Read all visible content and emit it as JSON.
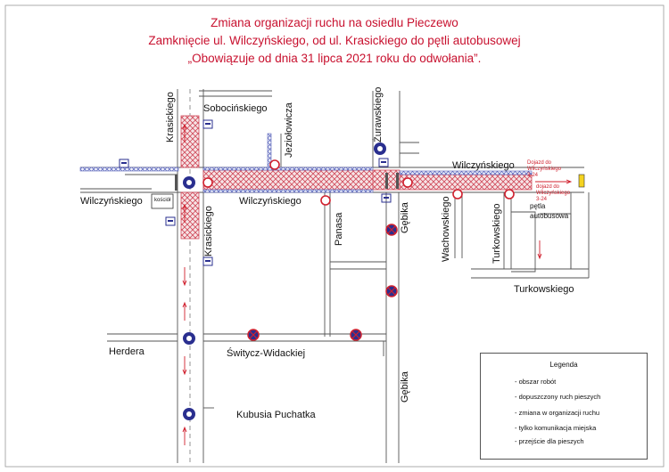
{
  "title": {
    "line1": "Zmiana organizacji ruchu na osiedlu Pieczewo",
    "line2": "Zamknięcie ul. Wilczyńskiego, od ul. Krasickiego do pętli autobusowej",
    "line3": "„Obowiązuje od dnia 31 lipca 2021 roku do odwołania”."
  },
  "streets": {
    "krasickiego_top": "Krasickiego",
    "krasickiego_mid": "Krasickiego",
    "sobocinskiego": "Sobocińskiego",
    "jeziolowicza": "Jeziołowicza",
    "zurawskiego": "Żurawskiego",
    "wilczynskiego_left": "Wilczyńskiego",
    "wilczynskiego_mid": "Wilczyńskiego",
    "wilczynskiego_right": "Wilczyńskiego",
    "panasa": "Panasa",
    "gebika_top": "Gębika",
    "gebika_bottom": "Gębika",
    "wachowskiego": "Wachowskiego",
    "turkowskiego_vert": "Turkowskiego",
    "turkowskiego_horiz": "Turkowskiego",
    "petla": "pętla\nautobusowa",
    "herdera": "Herdera",
    "switycz": "Świtycz-Widackiej",
    "kubusia": "Kubusia Puchatka",
    "kosciol": "kościół",
    "sign_note_1": "Dojazd do Wilczyńskiego 3-24",
    "sign_note_2": "dojazd do Wilczyńskiego 3-24"
  },
  "legend": {
    "title": "Legenda",
    "items": [
      {
        "symbol": "hatch-red",
        "label": "- obszar robót"
      },
      {
        "symbol": "hatch-blue",
        "label": "- dopuszczony ruch pieszych"
      },
      {
        "symbol": "roundabout-icon",
        "label": "- zmiana w organizacji ruchu"
      },
      {
        "symbol": "bus-icon",
        "label": "- tylko komunikacja miejska"
      },
      {
        "symbol": "crossing-bar",
        "label": "- przejście dla pieszych"
      }
    ]
  },
  "colors": {
    "title": "#c8102e",
    "work_area": "#d04a5a",
    "pedestrian": "#5560b8",
    "roundabout": "#2a2f8f",
    "no_entry": "#d0202e",
    "road": "#555555"
  }
}
